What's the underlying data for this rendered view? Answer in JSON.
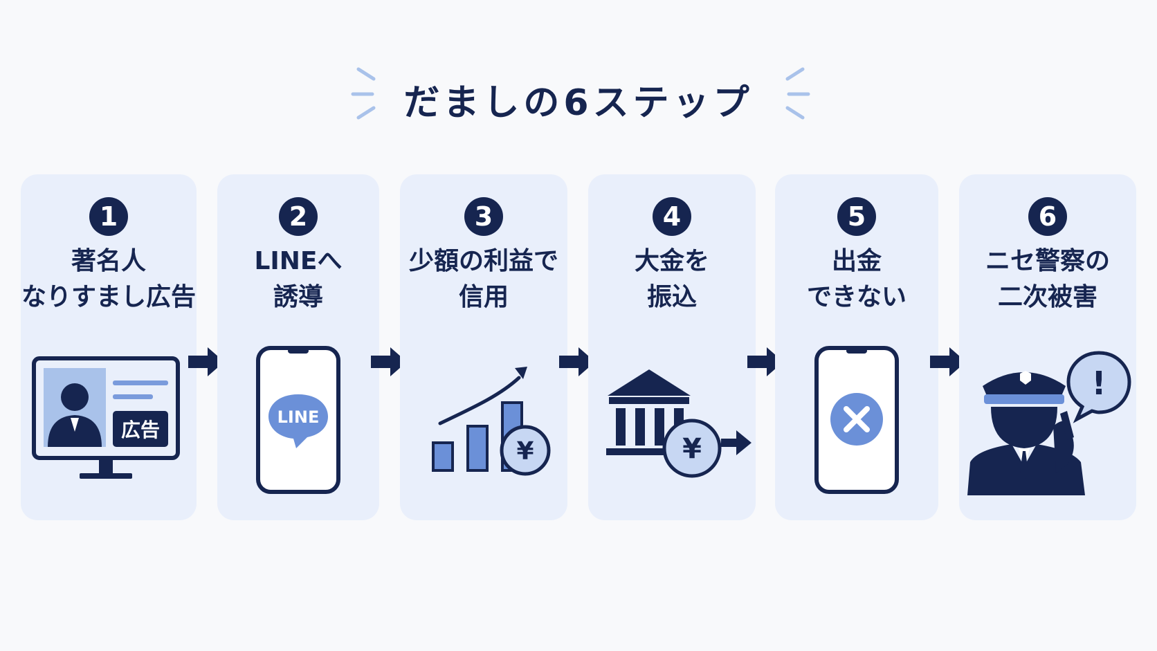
{
  "title": "だましの6ステップ",
  "colors": {
    "navy": "#162550",
    "card": "#e9effb",
    "accent": "#6b90d8",
    "accent_light": "#c7d7f3",
    "background": "#f8f9fb"
  },
  "steps": [
    {
      "number": "1",
      "line1": "著名人",
      "line2": "なりすまし広告",
      "icon": "monitor-ad-icon",
      "badge": "広告"
    },
    {
      "number": "2",
      "line1": "LINEへ",
      "line2": "誘導",
      "icon": "smartphone-line-icon",
      "badge": "LINE"
    },
    {
      "number": "3",
      "line1": "少額の利益で",
      "line2": "信用",
      "icon": "profit-chart-icon",
      "badge": "¥"
    },
    {
      "number": "4",
      "line1": "大金を",
      "line2": "振込",
      "icon": "bank-transfer-icon",
      "badge": "¥"
    },
    {
      "number": "5",
      "line1": "出金",
      "line2": "できない",
      "icon": "smartphone-error-icon"
    },
    {
      "number": "6",
      "line1": "ニセ警察の",
      "line2": "二次被害",
      "icon": "fake-police-icon",
      "badge": "!"
    }
  ]
}
